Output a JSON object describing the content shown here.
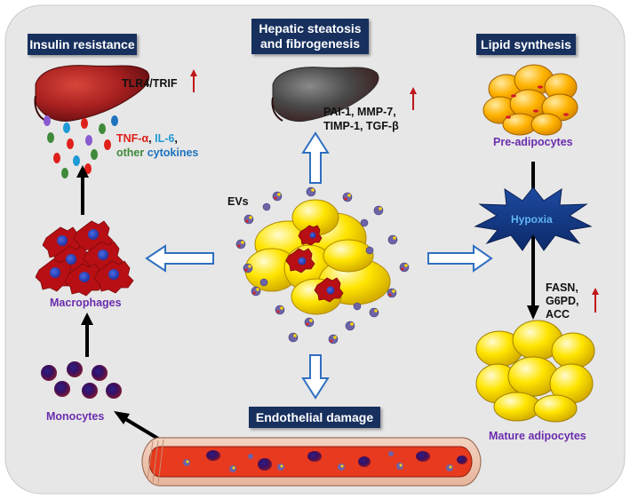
{
  "headers": {
    "insulin_resistance": "Insulin resistance",
    "hepatic_line1": "Hepatic steatosis",
    "hepatic_line2": "and fibrogenesis",
    "lipid_synthesis": "Lipid synthesis",
    "endothelial_damage": "Endothelial damage"
  },
  "labels": {
    "tlr4": "TLR4/TRIF",
    "tnf": "TNF-α",
    "comma1": ", ",
    "il6": "IL-6",
    "comma2": ",",
    "other": "other",
    "cytokines": " cytokines",
    "pai1": "PAI-1, MMP-7,",
    "timp1": "TIMP-1, TGF-β",
    "evs": "EVs",
    "pre_adipocytes": "Pre-adipocytes",
    "hypoxia": "Hypoxia",
    "fasn": "FASN,",
    "g6pd": "G6PD,",
    "acc": "ACC",
    "macrophages": "Macrophages",
    "monocytes": "Monocytes",
    "mature_adipocytes": "Mature adipocytes"
  },
  "colors": {
    "panel_bg": "#e7e7e7",
    "header_bg": "#17305e",
    "label_purple": "#6a2dad",
    "tnf_red": "#e0201b",
    "il6_blue": "#1e9ad6",
    "other_green": "#3f8a3a",
    "cytokines_blue": "#1e73be",
    "up_arrow_red": "#c0171a",
    "hollow_arrow_blue": "#2f6fc0",
    "hypoxia_blue": "#1e78c8"
  }
}
